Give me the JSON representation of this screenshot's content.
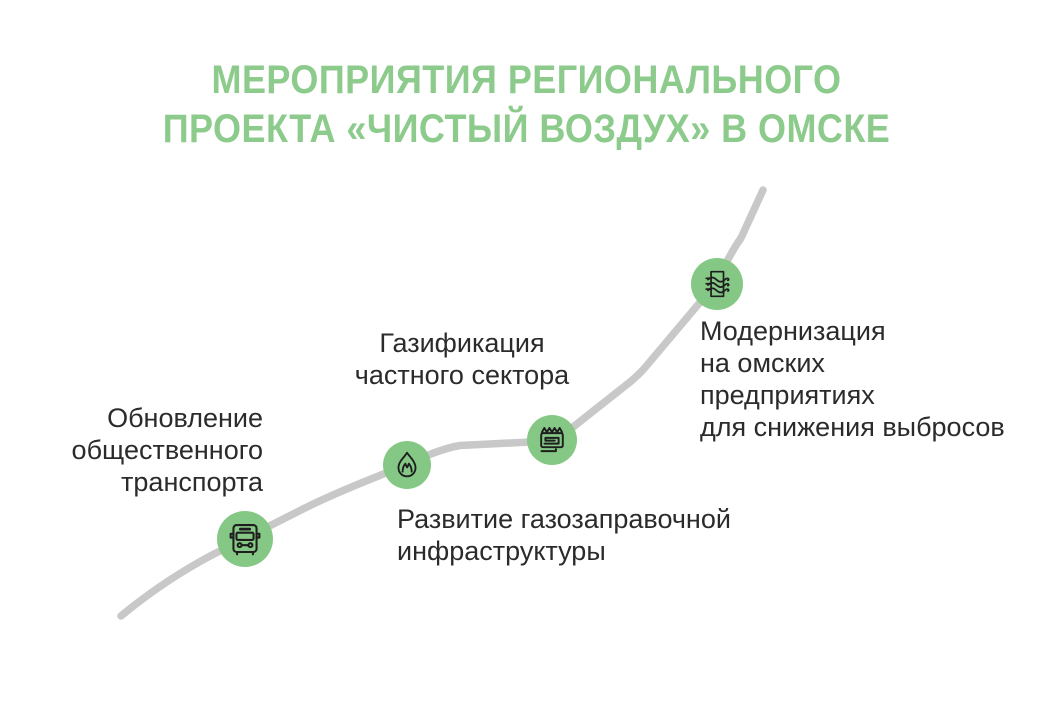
{
  "title": {
    "line1": "МЕРОПРИЯТИЯ РЕГИОНАЛЬНОГО",
    "line2": "ПРОЕКТА «ЧИСТЫЙ ВОЗДУХ» В ОМСКЕ",
    "color": "#8CCB8C"
  },
  "diagram": {
    "path_color": "#C8C8C8",
    "node_color": "#85C885",
    "icon_color": "#1E1E1E",
    "label_color": "#2B2B2B",
    "milestones": [
      {
        "id": "transport",
        "icon": "bus-icon",
        "label": "Обновление\nобщественного\nтранспорта"
      },
      {
        "id": "gas-infrastructure",
        "icon": "flame-icon",
        "label": "Развитие газозаправочной\nинфраструктуры"
      },
      {
        "id": "gasification",
        "icon": "heater-icon",
        "label": "Газификация\nчастного сектора"
      },
      {
        "id": "modernization",
        "icon": "filter-icon",
        "label": "Модернизация\nна омских\nпредприятиях\nдля снижения выбросов"
      }
    ]
  }
}
